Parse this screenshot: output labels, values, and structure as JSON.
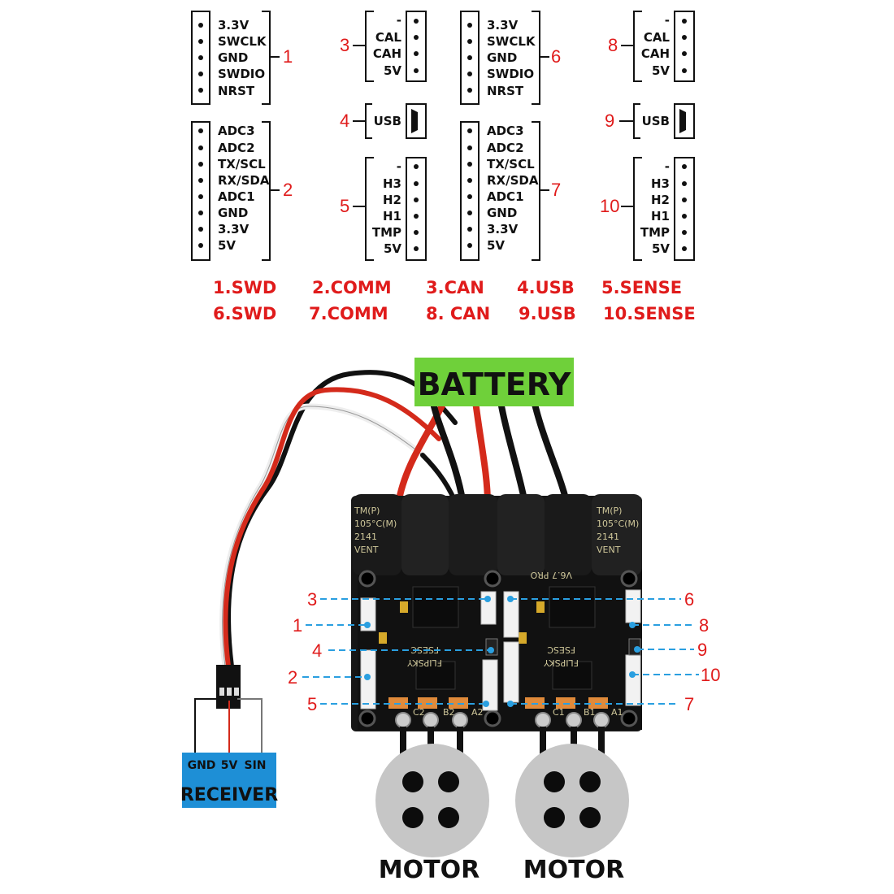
{
  "connectors": {
    "c1": {
      "pins": [
        "3.3V",
        "SWCLK",
        "GND",
        "SWDIO",
        "NRST"
      ],
      "number": "1"
    },
    "c2": {
      "pins": [
        "ADC3",
        "ADC2",
        "TX/SCL",
        "RX/SDA",
        "ADC1",
        "GND",
        "3.3V",
        "5V"
      ],
      "number": "2"
    },
    "c3": {
      "pins": [
        "-",
        "CAL",
        "CAH",
        "5V"
      ],
      "number": "3"
    },
    "c4": {
      "pins": [
        "USB"
      ],
      "number": "4"
    },
    "c5": {
      "pins": [
        "-",
        "H3",
        "H2",
        "H1",
        "TMP",
        "5V"
      ],
      "number": "5"
    },
    "c6": {
      "pins": [
        "3.3V",
        "SWCLK",
        "GND",
        "SWDIO",
        "NRST"
      ],
      "number": "6"
    },
    "c7": {
      "pins": [
        "ADC3",
        "ADC2",
        "TX/SCL",
        "RX/SDA",
        "ADC1",
        "GND",
        "3.3V",
        "5V"
      ],
      "number": "7"
    },
    "c8": {
      "pins": [
        "-",
        "CAL",
        "CAH",
        "5V"
      ],
      "number": "8"
    },
    "c9": {
      "pins": [
        "USB"
      ],
      "number": "9"
    },
    "c10": {
      "pins": [
        "-",
        "H3",
        "H2",
        "H1",
        "TMP",
        "5V"
      ],
      "number": "10"
    }
  },
  "legend": {
    "row1": [
      "1.SWD",
      "2.COMM",
      "3.CAN",
      "4.USB",
      "5.SENSE"
    ],
    "row2": [
      "6.SWD",
      "7.COMM",
      "8. CAN",
      "9.USB",
      "10.SENSE"
    ]
  },
  "battery_label": "BATTERY",
  "receiver": {
    "pins_label": [
      "GND",
      "5V",
      "SIN"
    ],
    "title": "RECEIVER"
  },
  "motor_labels": [
    "MOTOR",
    "MOTOR"
  ],
  "board_callouts_left": [
    "3",
    "1",
    "4",
    "2",
    "5"
  ],
  "board_callouts_right": [
    "6",
    "8",
    "9",
    "10",
    "7"
  ],
  "capacitor_text": [
    "TM(P)",
    "105°C(M)",
    "2141",
    "VENT"
  ],
  "board_silk": [
    "V6.7 PRO",
    "FSESC",
    "FLIPSKY",
    "A1",
    "B1",
    "C1",
    "A2",
    "B2",
    "C2"
  ],
  "colors": {
    "accent_red": "#e01b1b",
    "battery_green": "#6fd03a",
    "receiver_blue": "#1e8fd6",
    "callout_blue": "#2a9fe0",
    "board": "#161616"
  }
}
